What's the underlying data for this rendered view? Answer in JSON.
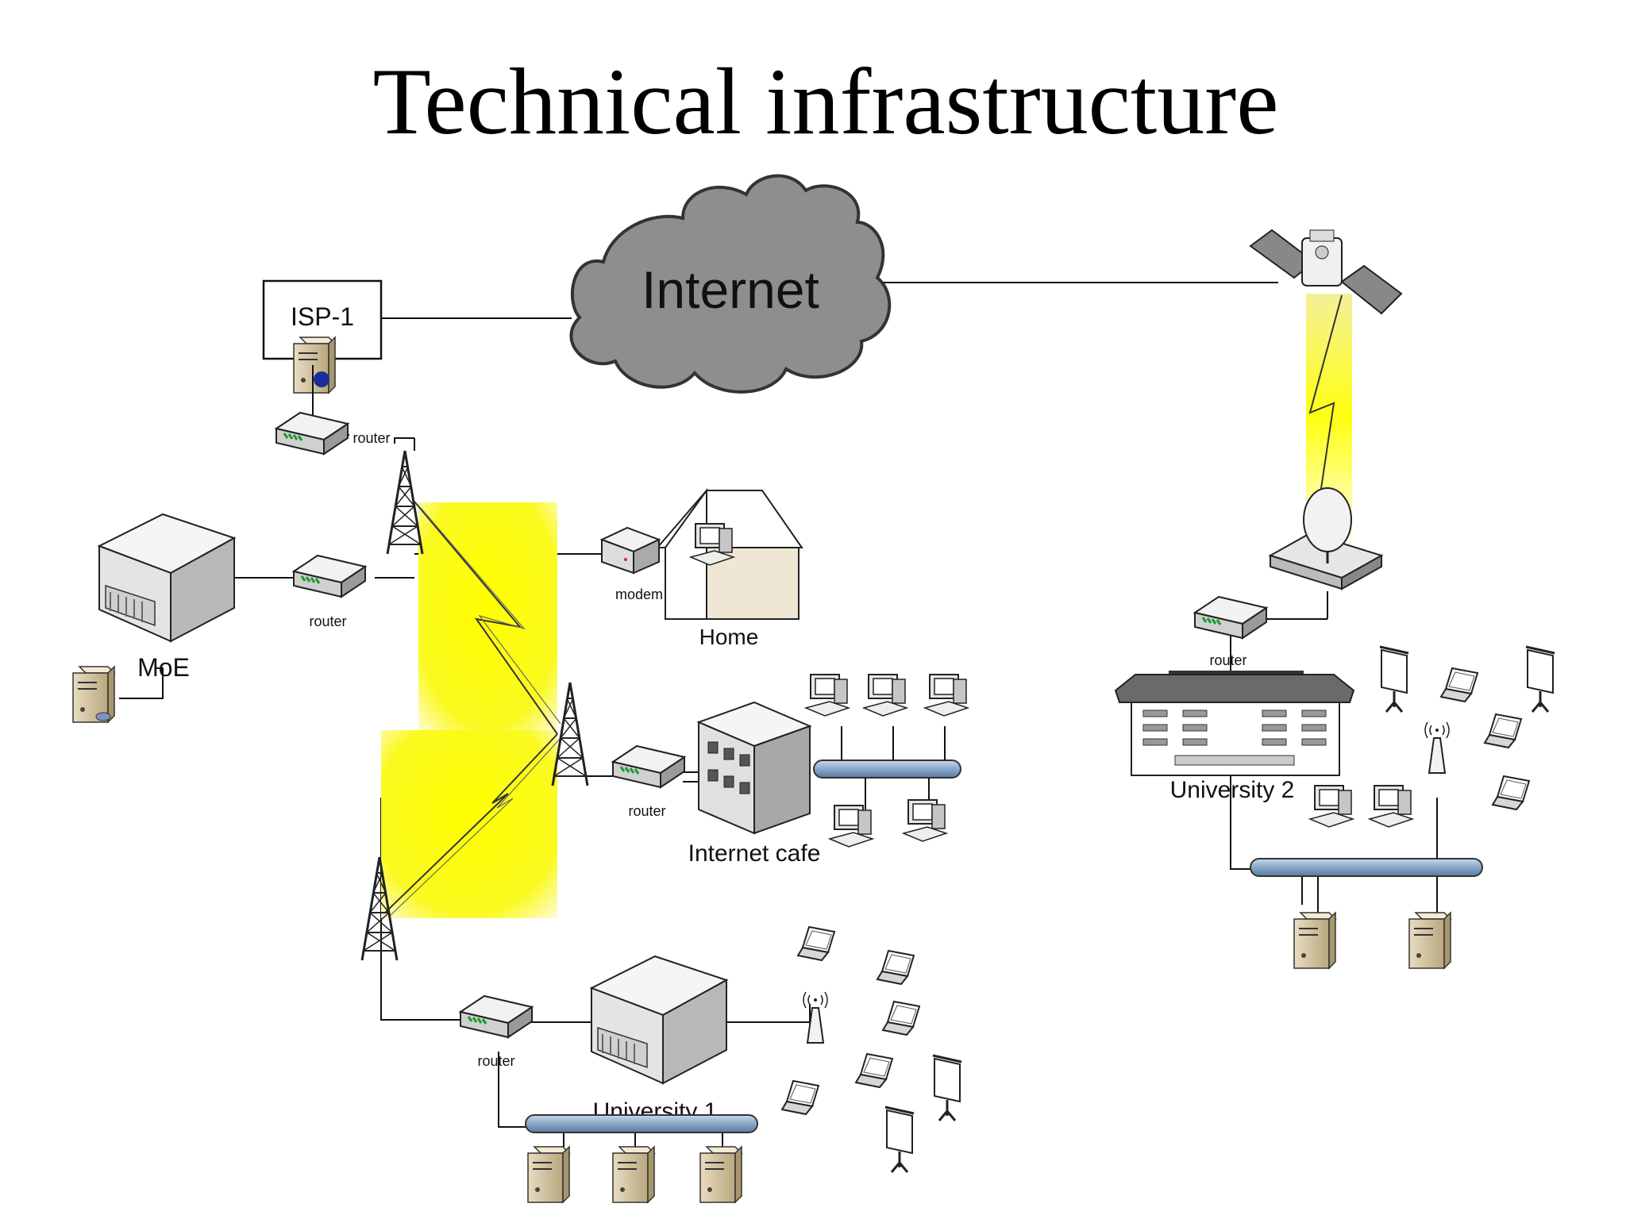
{
  "title": "Technical infrastructure",
  "nodes": {
    "internet": "Internet",
    "isp": "ISP-1",
    "router_isp": "router",
    "router_moe": "router",
    "moe": "MoE",
    "modem": "modem",
    "home": "Home",
    "router_cafe": "router",
    "internet_cafe": "Internet cafe",
    "router_uni1": "router",
    "university_1": "University 1",
    "router_uni2": "router",
    "university_2": "University 2"
  }
}
